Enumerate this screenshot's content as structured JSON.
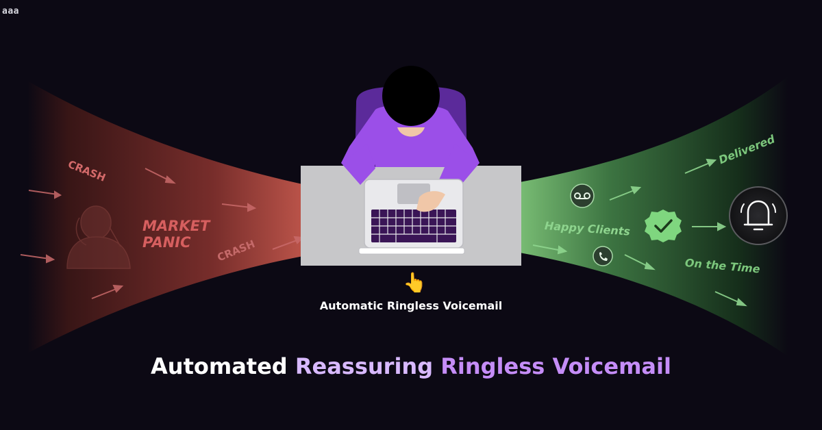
{
  "brand": {
    "text": "aaa"
  },
  "left": {
    "crash_top": "CRASH",
    "crash_bottom": "CRASH",
    "panic_line1": "MARKET",
    "panic_line2": "PANIC"
  },
  "right": {
    "happy_clients": "Happy Clients",
    "on_time": "On the Time",
    "delivered": "Delivered"
  },
  "icons": {
    "voicemail": "voicemail-icon",
    "phone": "phone-icon",
    "check": "check-badge-icon",
    "bell": "bell-icon",
    "pointer": "pointing-hand-icon"
  },
  "center": {
    "caption": "Automatic Ringless Voicemail"
  },
  "headline": {
    "part1": "Automated ",
    "part2": "Reassuring ",
    "part3": "Ringless Voicemail"
  },
  "colors": {
    "background": "#0c0914",
    "red_beam": "#f06a5a",
    "green_beam": "#8ee88e",
    "person_purple": "#9b4fe8",
    "accent_light": "#d8b9ff",
    "accent_purple": "#c58df7"
  }
}
